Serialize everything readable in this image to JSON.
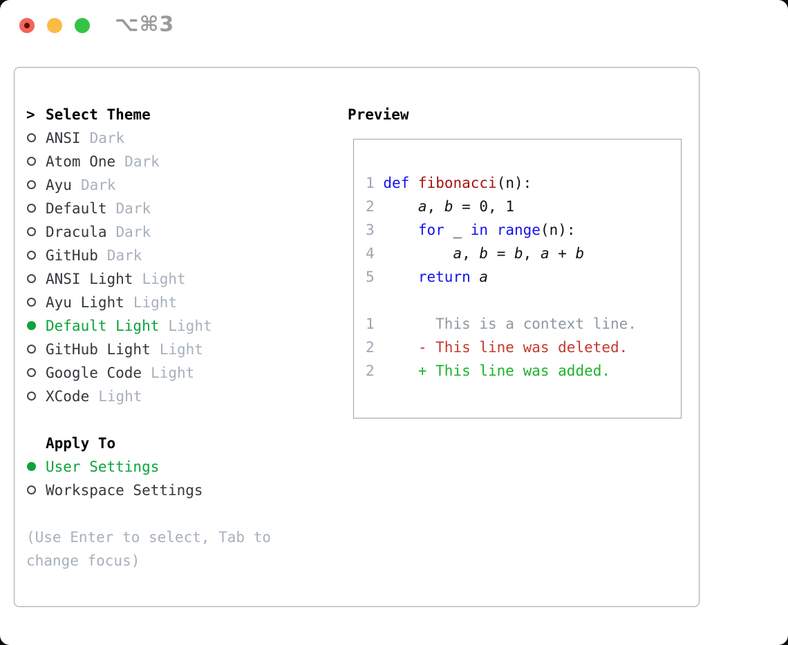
{
  "window": {
    "shortcut_label": "⌥⌘3"
  },
  "theme_picker": {
    "prompt": ">",
    "header": "Select Theme",
    "items": [
      {
        "name": "ANSI",
        "variant": "Dark",
        "selected": false
      },
      {
        "name": "Atom One",
        "variant": "Dark",
        "selected": false
      },
      {
        "name": "Ayu",
        "variant": "Dark",
        "selected": false
      },
      {
        "name": "Default",
        "variant": "Dark",
        "selected": false
      },
      {
        "name": "Dracula",
        "variant": "Dark",
        "selected": false
      },
      {
        "name": "GitHub",
        "variant": "Dark",
        "selected": false
      },
      {
        "name": "ANSI Light",
        "variant": "Light",
        "selected": false
      },
      {
        "name": "Ayu Light",
        "variant": "Light",
        "selected": false
      },
      {
        "name": "Default Light",
        "variant": "Light",
        "selected": true
      },
      {
        "name": "GitHub Light",
        "variant": "Light",
        "selected": false
      },
      {
        "name": "Google Code",
        "variant": "Light",
        "selected": false
      },
      {
        "name": "XCode",
        "variant": "Light",
        "selected": false
      }
    ]
  },
  "apply_to": {
    "header": "Apply To",
    "options": [
      {
        "label": "User Settings",
        "selected": true
      },
      {
        "label": "Workspace Settings",
        "selected": false
      }
    ]
  },
  "help_text": "(Use Enter to select, Tab to change focus)",
  "preview": {
    "header": "Preview",
    "code_lines": [
      {
        "num": "1",
        "tokens": [
          {
            "c": "pl",
            "t": " "
          },
          {
            "c": "kw",
            "t": "def"
          },
          {
            "c": "pl",
            "t": " "
          },
          {
            "c": "fn",
            "t": "fibonacci"
          },
          {
            "c": "pl",
            "t": "(n):"
          }
        ]
      },
      {
        "num": "2",
        "tokens": [
          {
            "c": "pl",
            "t": "     "
          },
          {
            "c": "var",
            "t": "a"
          },
          {
            "c": "pl",
            "t": ", "
          },
          {
            "c": "var",
            "t": "b"
          },
          {
            "c": "pl",
            "t": " = 0, 1"
          }
        ]
      },
      {
        "num": "3",
        "tokens": [
          {
            "c": "pl",
            "t": "     "
          },
          {
            "c": "kw",
            "t": "for"
          },
          {
            "c": "pl",
            "t": " _ "
          },
          {
            "c": "kw",
            "t": "in"
          },
          {
            "c": "pl",
            "t": " "
          },
          {
            "c": "kw",
            "t": "range"
          },
          {
            "c": "pl",
            "t": "(n):"
          }
        ]
      },
      {
        "num": "4",
        "tokens": [
          {
            "c": "pl",
            "t": "         "
          },
          {
            "c": "var",
            "t": "a"
          },
          {
            "c": "pl",
            "t": ", "
          },
          {
            "c": "var",
            "t": "b"
          },
          {
            "c": "pl",
            "t": " = "
          },
          {
            "c": "var",
            "t": "b"
          },
          {
            "c": "pl",
            "t": ", "
          },
          {
            "c": "var",
            "t": "a"
          },
          {
            "c": "pl",
            "t": " + "
          },
          {
            "c": "var",
            "t": "b"
          }
        ]
      },
      {
        "num": "5",
        "tokens": [
          {
            "c": "pl",
            "t": "     "
          },
          {
            "c": "kw",
            "t": "return"
          },
          {
            "c": "pl",
            "t": " "
          },
          {
            "c": "var",
            "t": "a"
          }
        ]
      }
    ],
    "diff_lines": [
      {
        "num": "1",
        "kind": "context",
        "text": "       This is a context line."
      },
      {
        "num": "2",
        "kind": "deleted",
        "text": "     - This line was deleted."
      },
      {
        "num": "2",
        "kind": "added",
        "text": "     + This line was added."
      }
    ]
  },
  "colors": {
    "accent_green": "#0ba43a",
    "keyword_blue": "#1212f0",
    "function_red": "#a61212",
    "diff_added_green": "#1bb32b",
    "diff_deleted_red": "#c4392b",
    "muted_gray": "#a6b0bc",
    "line_number_gray": "#9aa5b1",
    "border_gray": "#9aa3ae",
    "traffic_red": "#f4645a",
    "traffic_yellow": "#f8bc45",
    "traffic_green": "#35c245"
  }
}
